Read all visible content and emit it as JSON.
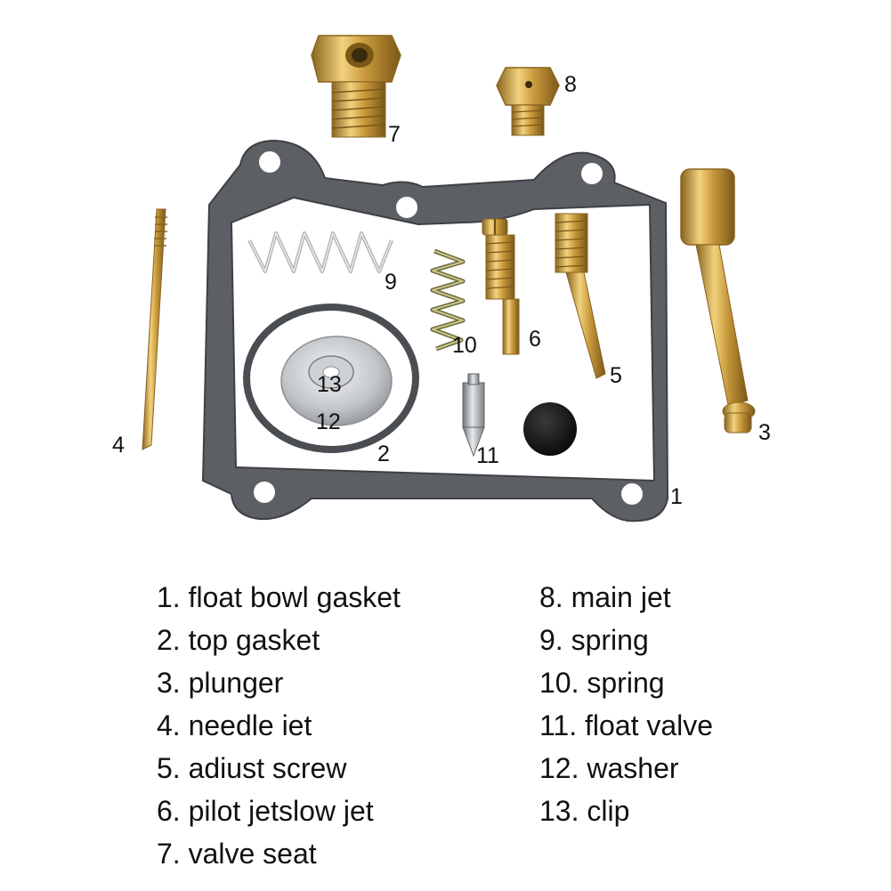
{
  "callouts": {
    "c1": "1",
    "c2": "2",
    "c3": "3",
    "c4": "4",
    "c5": "5",
    "c6": "6",
    "c7": "7",
    "c8": "8",
    "c9": "9",
    "c10": "10",
    "c11": "11",
    "c12": "12",
    "c13": "13"
  },
  "legend": {
    "left": [
      "1. float bowl gasket",
      "2. top gasket",
      "3. plunger",
      "4. needle iet",
      "5. adiust screw",
      "6. pilot jetslow jet",
      "7. valve seat"
    ],
    "right": [
      "8. main jet",
      "9. spring",
      "10. spring",
      "11. float valve",
      "12. washer",
      "13. clip"
    ]
  },
  "colors": {
    "brass": "#c9a04a",
    "gasket": "#5b5e63",
    "steel": "#b9bcc0",
    "rubber": "#141414"
  }
}
